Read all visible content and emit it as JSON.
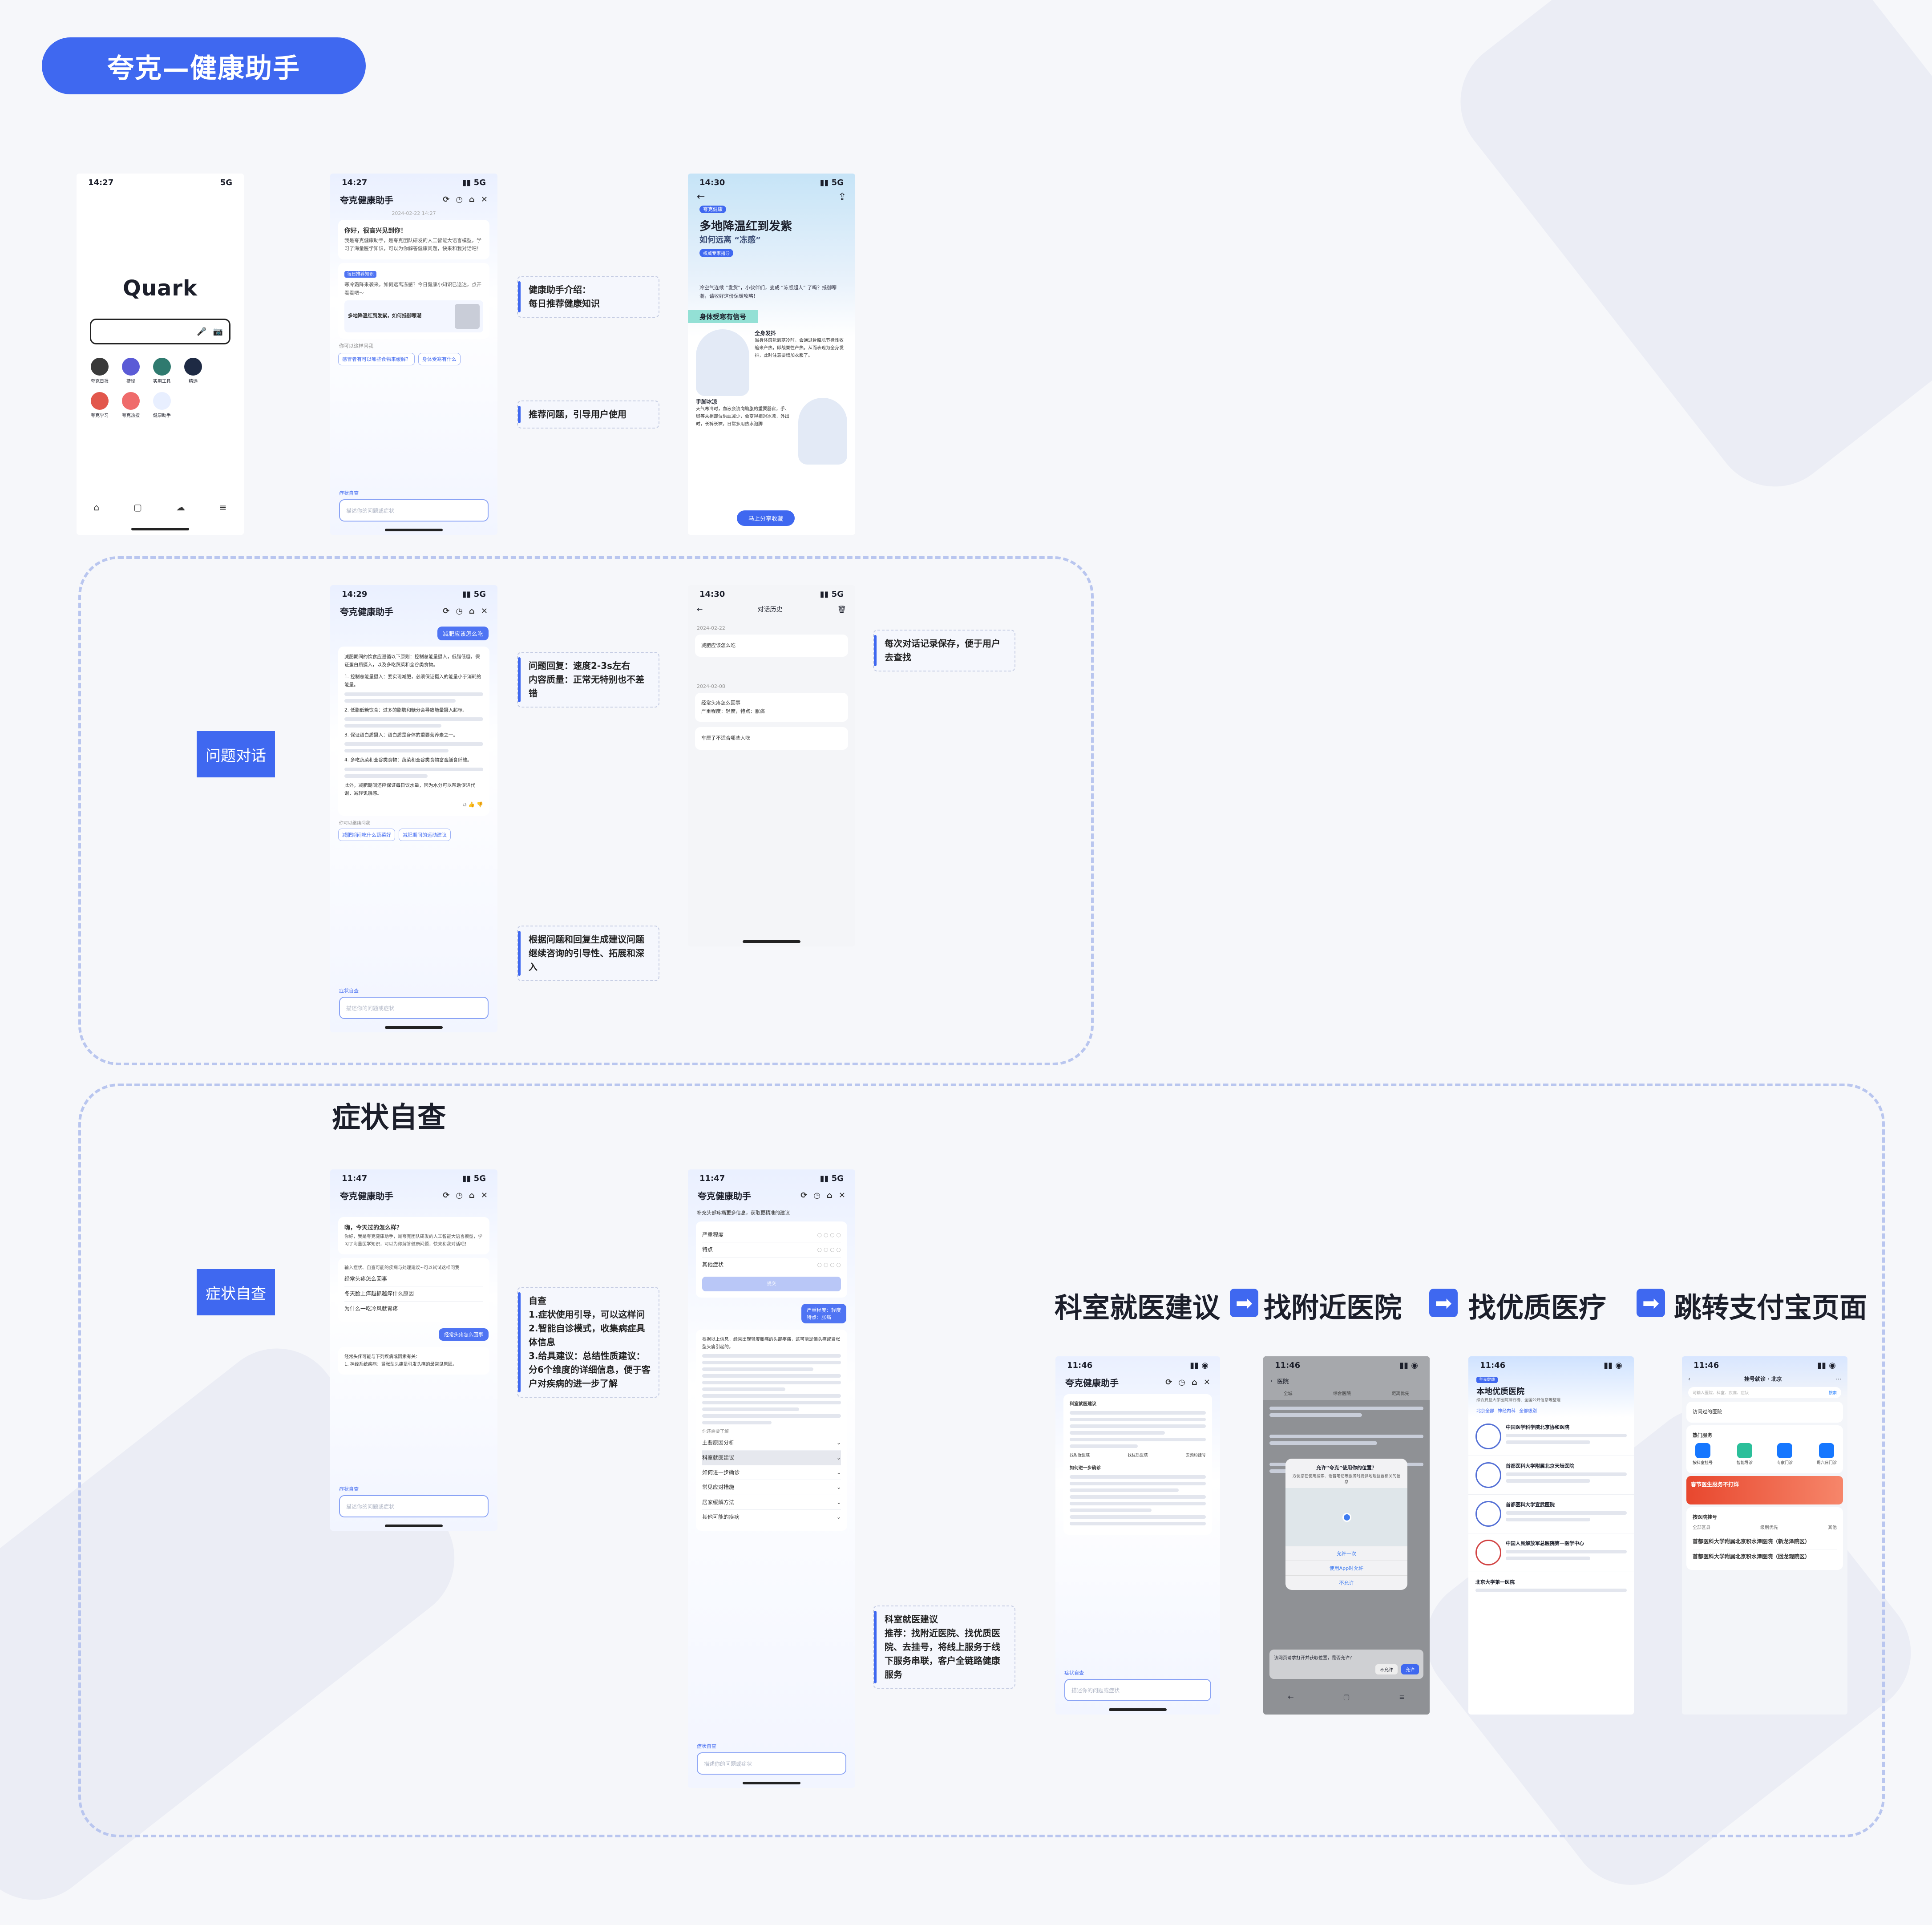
{
  "page_title": "夸克—健康助手",
  "sections": {
    "dialog_label": "问题对话",
    "symptom_title": "症状自查",
    "symptom_label": "症状自查"
  },
  "flow": {
    "step1": "科室就医建议",
    "step2": "找附近医院",
    "step3": "找优质医疗",
    "step4": "跳转支付宝页面",
    "arrow_icon": "➡"
  },
  "annotations": {
    "a1": "健康助手介绍：\n每日推荐健康知识",
    "a2": "推荐问题，引导用户使用",
    "a3": "问题回复：速度2-3s左右\n内容质量：正常无特别也不差错",
    "a4": "每次对话记录保存，便于用户去查找",
    "a5": "根据问题和回复生成建议问题\n继续咨询的引导性、拓展和深入",
    "a6": "自查\n1.症状使用引导，可以这样问\n2.智能自诊模式，收集病症具体信息\n3.给具建议：总结性质建议：分6个维度的详细信息，便于客户对疾病的进一步了解",
    "a7": "科室就医建议\n推荐：找附近医院、找优质医院、去挂号，将线上服务于线下服务串联，客户全链路健康服务"
  },
  "screens": {
    "quark_home": {
      "time": "14:27",
      "signal": "5G",
      "logo": "Quark",
      "apps": [
        "夸克日报",
        "捷径",
        "实用工具",
        "精选",
        "夸克学习",
        "夸克热搜",
        "健康助手"
      ]
    },
    "assistant_intro": {
      "time": "14:27",
      "title": "夸克健康助手",
      "date": "2024-02-22 14:27",
      "greeting": "你好，很高兴见到你！",
      "intro": "我是夸克健康助手，是夸克团队研发的人工智能大语言模型，学习了海量医学知识，可以为你解答健康问题，快来和我对话吧！",
      "daily_tag": "每日推荐知识",
      "daily_text": "寒冷霜降来袭来，如何远离冻感？今日健康小知识已送达，点开看看吧～",
      "daily_card_title": "多地降温红到发紫，如何抵御寒潮",
      "suggest_label": "你可以这样问我",
      "chip1": "感冒者有可以哪些食物来缓解？",
      "chip2": "身体受寒有什么",
      "search_tag": "症状自查",
      "input_placeholder": "描述你的问题或症状"
    },
    "article": {
      "time": "14:30",
      "brand": "夸克健康",
      "headline": "多地降温红到发紫",
      "subhead": "如何远离 “冻感”",
      "badge": "权威专家指导",
      "lead": "冷空气连续 “发货”，小伙伴们，变成 “冻感超人” 了吗？抵御寒潮，请收好这份保暖攻略！",
      "section": "身体受寒有信号",
      "item1_title": "全身发抖",
      "item1_text": "当身体感觉到寒冷时，会通过骨骼肌节律性收缩来产热，即战栗性产热，从而表现为全身发抖，此时注意要增加衣服了。",
      "item2_title": "手脚冰凉",
      "item2_text": "天气寒冷时，血液会流向脑腹的重要器官，手、脚等末梢部位供血减少，会变得相对冰凉，外出时，长裤长袜，日常多用热水泡脚",
      "share_button": "马上分享收藏"
    },
    "dialog": {
      "time": "14:29",
      "title": "夸克健康助手",
      "user_question": "减肥应该怎么吃",
      "answer_intro": "减肥期间的饮食应遵循以下原则：控制总能量摄入，低脂低糖，保证蛋白质摄入，以及多吃蔬菜和全谷类食物。",
      "points": [
        "1. 控制总能量摄入：要实现减肥，必须保证摄入的能量小于消耗的能量。",
        "2. 低脂低糖饮食：过多的脂肪和糖分会导致能量摄入超标。",
        "3. 保证蛋白质摄入：蛋白质是身体的重要营养素之一。",
        "4. 多吃蔬菜和全谷类食物：蔬菜和全谷类食物富含膳食纤维。"
      ],
      "summary": "此外，减肥期间还应保证每日饮水量，因为水分可以帮助促进代谢，减轻饥饿感。",
      "suggest_label": "你可以继续问我",
      "chip1": "减肥期间吃什么蔬菜好",
      "chip2": "减肥期间的运动建议",
      "search_tag": "症状自查",
      "input_placeholder": "描述你的问题或症状"
    },
    "history": {
      "time": "14:30",
      "title": "对话历史",
      "groups": [
        {
          "date": "2024-02-22",
          "items": [
            "减肥应该怎么吃"
          ]
        },
        {
          "date": "2024-02-08",
          "items": [
            "经常头疼怎么回事",
            "严重程度：轻度，特点：胀痛",
            "车厘子不适合哪些人吃"
          ]
        }
      ]
    },
    "symptom1": {
      "time": "11:47",
      "title": "夸克健康助手",
      "greeting": "嗨，今天过的怎么样？",
      "intro": "你好，我是夸克健康助手，是夸克团队研发的人工智能大语言模型，学习了海量医学知识，可以为你解答健康问题，快来和我对话吧！",
      "guide": "输入症状、自查可能的疾病与处理建议~可以试试这样问我",
      "options": [
        "经常头疼怎么回事",
        "冬天脸上痒越抓越痒什么原因",
        "为什么一吃冷风就胃疼"
      ],
      "user_question": "经常头疼怎么回事",
      "answer": "经常头疼可能与下列疾病或因素有关：",
      "point1": "1. 神经系统疾病：紧张型头痛是引发头痛的最常见原因。",
      "search_tag": "症状自查",
      "input_placeholder": "描述你的问题或症状"
    },
    "symptom2": {
      "time": "11:47",
      "title": "夸克健康助手",
      "prompt": "补充头部疼痛更多信息，获取更精准的建议",
      "fields": [
        "严重程度",
        "特点",
        "其他症状"
      ],
      "submit": "提交",
      "user_answer": "严重程度：轻度\n特点：胀痛",
      "answer": "根据以上信息，经常出现轻度胀痛的头部疼痛，这可能是偏头痛或紧张型头痛引起的。",
      "more_label": "你还需要了解",
      "accordion": [
        "主要原因分析",
        "科室就医建议",
        "如何进一步确诊",
        "常见应对措施",
        "居家缓解方法",
        "其他可能的疾病"
      ],
      "search_tag": "症状自查",
      "input_placeholder": "描述你的问题或症状"
    },
    "dept": {
      "time": "11:46",
      "title": "夸克健康助手",
      "section1": "科室就医建议",
      "section2": "如何进一步确诊",
      "buttons": [
        "找附近医院",
        "找优质医院",
        "去预约挂号"
      ],
      "search_tag": "症状自查",
      "input_placeholder": "描述你的问题或症状"
    },
    "map": {
      "time": "11:46",
      "search": "医院",
      "filters": [
        "全城",
        "综合医院",
        "距离优先"
      ],
      "permission_title": "允许“夸克”使用你的位置？",
      "permission_text": "方便您在使用搜索、语音笔记等服务时提供地理位置相关的信息",
      "opt1": "允许一次",
      "opt2": "使用App时允许",
      "opt3": "不允许",
      "bottom_prompt": "该网页请求打开并获取位置，是否允许？",
      "deny": "不允许",
      "allow": "允许"
    },
    "quality": {
      "time": "11:46",
      "tag": "夸克健康",
      "title": "本地优质医院",
      "subtitle": "综合复旦大学医院排行榜、全国公开信息等整理",
      "filters": [
        "北京全部",
        "神经内科",
        "全部级别"
      ],
      "hospitals": [
        "中国医学科学院北京协和医院",
        "首都医科大学附属北京天坛医院",
        "首都医科大学宣武医院",
        "中国人民解放军总医院第一医学中心",
        "北京大学第一医院"
      ]
    },
    "alipay": {
      "time": "11:46",
      "title": "挂号就诊 · 北京",
      "search_placeholder": "可输入医院、科室、疾病、症状",
      "search_button": "搜索",
      "visited": "访问过的医院",
      "hot": "热门服务",
      "services": [
        "按科室挂号",
        "智能导诊",
        "专家门诊",
        "周六日门诊"
      ],
      "banner": "春节医生服务不打烊",
      "list_title": "按医院挂号",
      "tabs": [
        "全部区县",
        "级别优先",
        "其他"
      ],
      "hospitals": [
        "首都医科大学附属北京积水潭医院（新龙泽院区）",
        "首都医科大学附属北京积水潭医院（回龙观院区）"
      ]
    }
  },
  "colors": {
    "accent": "#3f68f0",
    "dashed_border": "#b9c6ef",
    "background": "#f6f7fa"
  }
}
